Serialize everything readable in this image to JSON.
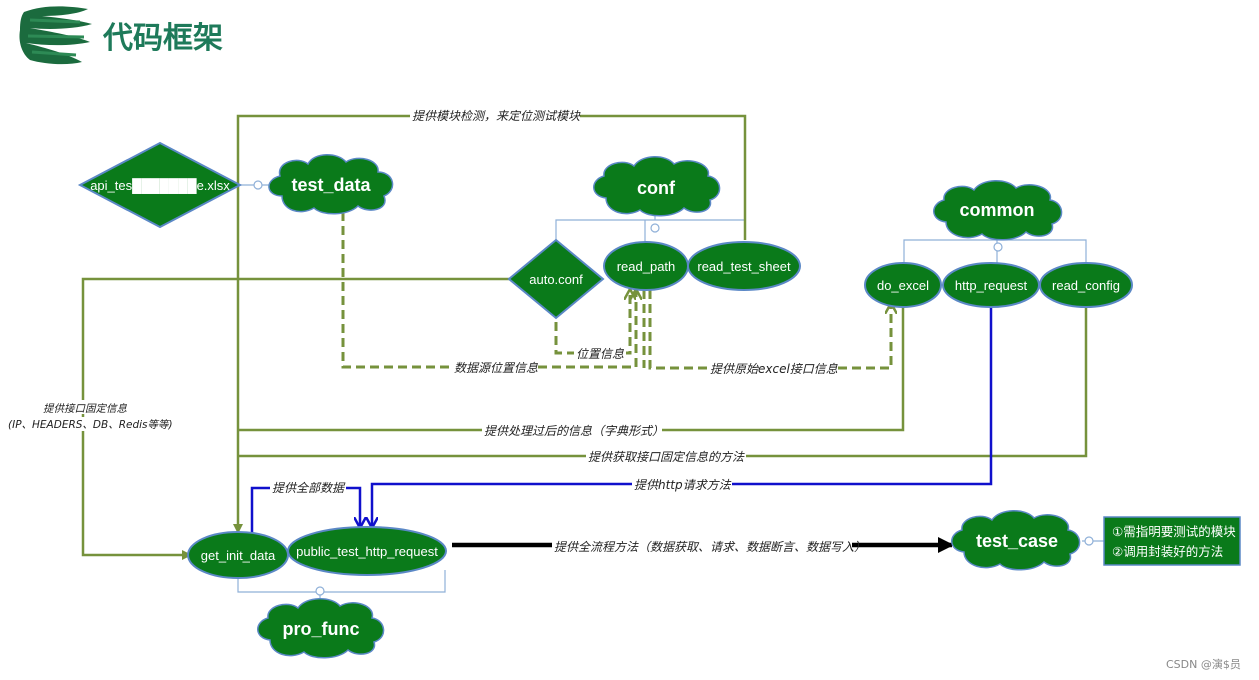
{
  "header": {
    "title": "代码框架",
    "logo_icon": "green-brush-stroke-icon"
  },
  "colors": {
    "node_fill": "#0a7a1a",
    "node_stroke": "#5b88c6",
    "olive_line": "#76923c",
    "blue_line": "#1010cc",
    "black_line": "#000000",
    "group_line": "#8fb0d8",
    "title": "#1e7a5a"
  },
  "nodes": {
    "api_file": "api_tes███████e.xlsx",
    "test_data": "test_data",
    "conf": "conf",
    "auto_conf": "auto.conf",
    "read_path": "read_path",
    "read_test_sheet": "read_test_sheet",
    "common": "common",
    "do_excel": "do_excel",
    "http_request": "http_request",
    "read_config": "read_config",
    "get_init_data": "get_init_data",
    "public_test_http_request": "public_test_http_request",
    "pro_func": "pro_func",
    "test_case": "test_case"
  },
  "edges": {
    "module_detect": "提供模块检测，来定位测试模块",
    "data_source_location": "数据源位置信息",
    "location_info": "位置信息",
    "raw_excel_info": "提供原始excel接口信息",
    "fixed_info_line1": "提供接口固定信息",
    "fixed_info_line2": "(IP、HEADERS、DB、Redis等等)",
    "processed_info": "提供处理过后的信息（字典形式）",
    "get_fixed_info_method": "提供获取接口固定信息的方法",
    "all_data": "提供全部数据",
    "http_method": "提供http请求方法",
    "full_flow": "提供全流程方法（数据获取、请求、数据断言、数据写入）"
  },
  "note": {
    "line1": "①需指明要测试的模块",
    "line2": "②调用封装好的方法"
  },
  "watermark": "CSDN @演$员"
}
